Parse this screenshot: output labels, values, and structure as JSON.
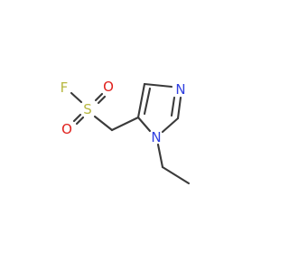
{
  "molecule": {
    "atoms": {
      "fluorine": {
        "symbol": "F",
        "color": "#b7b740"
      },
      "sulfur": {
        "symbol": "S",
        "color": "#b7b740"
      },
      "oxygen_top": {
        "symbol": "O",
        "color": "#e0201c"
      },
      "oxygen_bottom": {
        "symbol": "O",
        "color": "#e0201c"
      },
      "nitrogen_ring": {
        "symbol": "N",
        "color": "#2f3fe0"
      },
      "nitrogen_ethyl": {
        "symbol": "N",
        "color": "#2f3fe0"
      }
    },
    "bond_color": "#3a3a3a"
  }
}
